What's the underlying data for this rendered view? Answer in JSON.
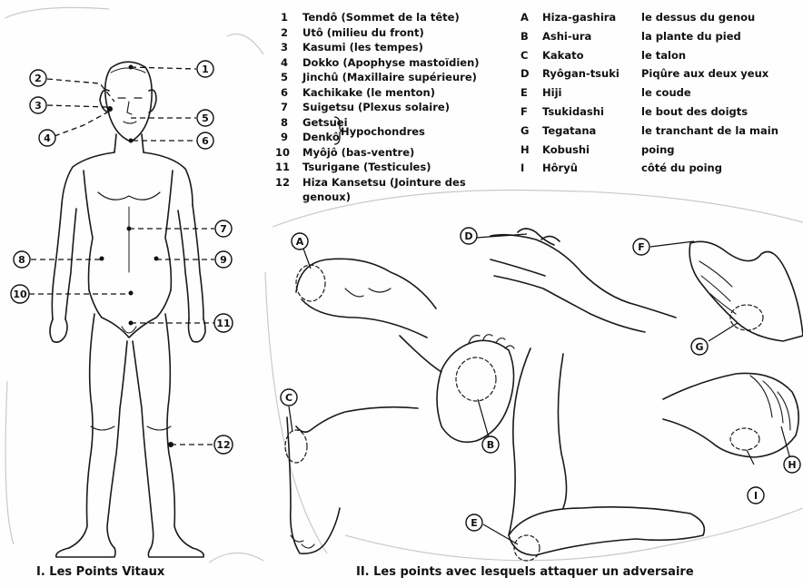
{
  "vital_points": [
    {
      "num": "1",
      "text": "Tendô (Sommet de la tête)"
    },
    {
      "num": "2",
      "text": "Utô (milieu du front)"
    },
    {
      "num": "3",
      "text": "Kasumi (les tempes)"
    },
    {
      "num": "4",
      "text": "Dokko (Apophyse mastoïdien)"
    },
    {
      "num": "5",
      "text": "Jinchû (Maxillaire supérieure)"
    },
    {
      "num": "6",
      "text": "Kachikake (le menton)"
    },
    {
      "num": "7",
      "text": "Suigetsu (Plexus solaire)"
    },
    {
      "num": "8",
      "text": "Getsuei"
    },
    {
      "num": "9",
      "text": "Denkô"
    },
    {
      "num": "10",
      "text": "Myôjô (bas-ventre)"
    },
    {
      "num": "11",
      "text": "Tsurigane (Testicules)"
    },
    {
      "num": "12",
      "text": "Hiza Kansetsu (Jointure des"
    }
  ],
  "vital_points_extra": {
    "hypochondres": "Hypochondres",
    "genoux_line": "genoux)"
  },
  "attack_points": [
    {
      "letter": "A",
      "term": "Hiza-gashira",
      "def": "le dessus du genou"
    },
    {
      "letter": "B",
      "term": "Ashi-ura",
      "def": "la plante du pied"
    },
    {
      "letter": "C",
      "term": "Kakato",
      "def": "le talon"
    },
    {
      "letter": "D",
      "term": "Ryôgan-tsuki",
      "def": "Piqûre aux deux yeux"
    },
    {
      "letter": "E",
      "term": "Hiji",
      "def": "le coude"
    },
    {
      "letter": "F",
      "term": "Tsukidashi",
      "def": "le bout des doigts"
    },
    {
      "letter": "G",
      "term": "Tegatana",
      "def": "le tranchant de la main"
    },
    {
      "letter": "H",
      "term": "Kobushi",
      "def": "poing"
    },
    {
      "letter": "I",
      "term": "Hôryû",
      "def": "côté du poing"
    }
  ],
  "body_callouts": [
    "1",
    "2",
    "3",
    "4",
    "5",
    "6",
    "7",
    "8",
    "9",
    "10",
    "11",
    "12"
  ],
  "limb_callouts": [
    "A",
    "B",
    "C",
    "D",
    "E",
    "F",
    "G",
    "H",
    "I"
  ],
  "captions": {
    "left": "I.   Les Points Vitaux",
    "right": "II.   Les points avec lesquels attaquer un adversaire"
  }
}
